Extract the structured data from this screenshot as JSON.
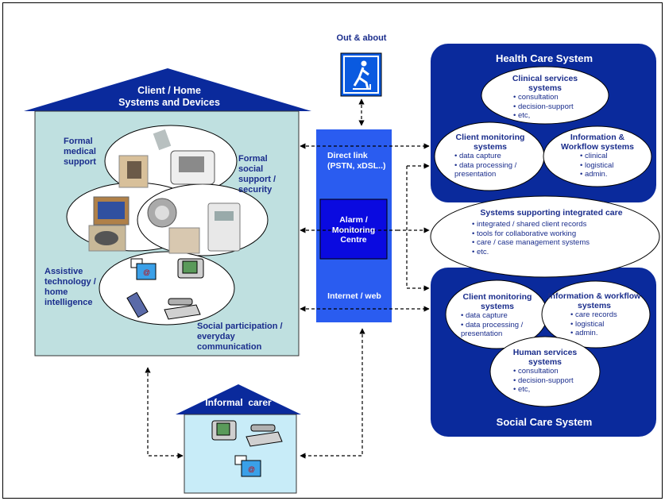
{
  "out_about": {
    "label": "Out & about"
  },
  "client_home": {
    "title_line1": "Client / Home",
    "title_line2": "Systems and Devices",
    "formal_medical": "Formal medical support",
    "formal_social": "Formal social support / security",
    "assistive": "Assistive technology / home intelligence",
    "social_participation": "Social participation / everyday communication"
  },
  "network": {
    "direct_link": "Direct link (PSTN, xDSL..)",
    "alarm_centre": "Alarm / Monitoring Centre",
    "internet": "Internet / web"
  },
  "informal_carer": {
    "title": "Informal  carer"
  },
  "health_care": {
    "title": "Health Care System",
    "clinical": {
      "title": "Clinical services systems",
      "items": [
        "consultation",
        "decision-support",
        "etc,"
      ]
    },
    "monitoring": {
      "title": "Client monitoring systems",
      "items": [
        "data capture",
        "data processing / presentation"
      ]
    },
    "workflow": {
      "title": "Information & Workflow systems",
      "items": [
        "clinical",
        "logistical",
        "admin."
      ]
    }
  },
  "integrated": {
    "title": "Systems supporting integrated care",
    "items": [
      "integrated / shared client records",
      "tools for collaborative working",
      "care / case management systems",
      "etc."
    ]
  },
  "social_care": {
    "title": "Social Care System",
    "monitoring": {
      "title": "Client monitoring systems",
      "items": [
        "data capture",
        "data processing / presentation"
      ]
    },
    "workflow": {
      "title": "Information & workflow systems",
      "items": [
        "care records",
        "logistical",
        "admin."
      ]
    },
    "human": {
      "title": "Human services systems",
      "items": [
        "consultation",
        "decision-support",
        "etc,"
      ]
    }
  },
  "colors": {
    "navy": "#0a2a9c",
    "bright_blue": "#2a5cf0",
    "alarm_blue": "#0a0ae0",
    "house_fill": "#bfe0e0",
    "carer_fill": "#c8ecf8",
    "label_text": "#1a2d8c"
  }
}
